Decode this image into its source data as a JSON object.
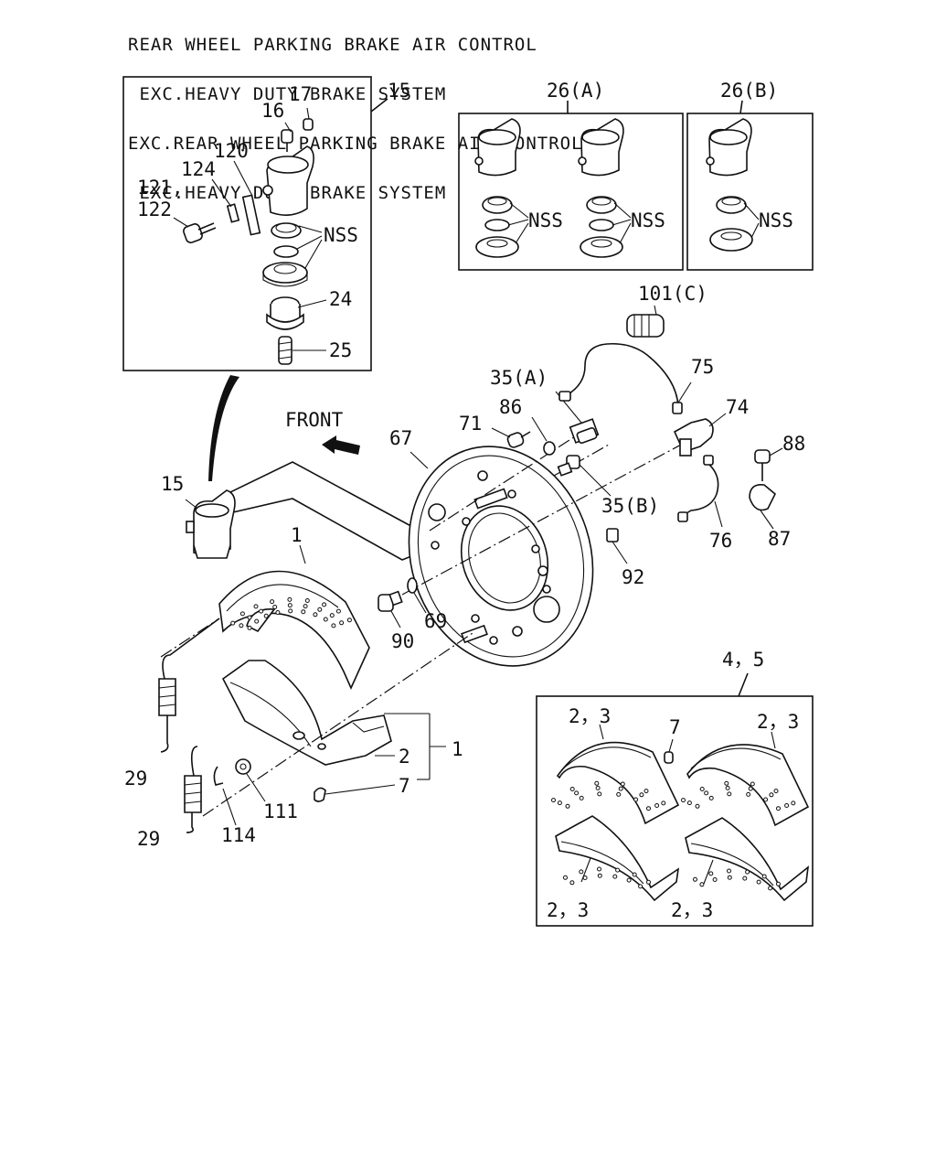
{
  "header": {
    "line1": "REAR WHEEL PARKING BRAKE AIR CONTROL",
    "line2": " EXC.HEAVY DUTY BRAKE SYSTEM",
    "line3": "EXC.REAR WHEEL PARKING BRAKE AIR CONTROL",
    "line4": " EXC.HEAVY DUTY BRAKE SYSTEM"
  },
  "front_label": "FRONT",
  "labels": {
    "p15_box": "15",
    "p17": "17",
    "p16": "16",
    "p120": "120",
    "p124": "124",
    "p121": "121,",
    "p122": "122",
    "nss1": "NSS",
    "p24": "24",
    "p25": "25",
    "p26a": "26(A)",
    "p26b": "26(B)",
    "nss2": "NSS",
    "nss3": "NSS",
    "nss4": "NSS",
    "p101c": "101(C)",
    "p75": "75",
    "p35a": "35(A)",
    "p86": "86",
    "p71": "71",
    "p74": "74",
    "p67": "67",
    "p88": "88",
    "p15": "15",
    "p35b": "35(B)",
    "p76": "76",
    "p87": "87",
    "p1a": "1",
    "p92": "92",
    "p90": "90",
    "p69": "69",
    "p45": "4，5",
    "p29a": "29",
    "p2": "2",
    "p1b": "1",
    "p7a": "7",
    "p111": "111",
    "p114": "114",
    "p29b": "29",
    "p23a": "2，3",
    "p7b": "7",
    "p23b": "2，3",
    "p23c": "2，3",
    "p23d": "2，3"
  }
}
